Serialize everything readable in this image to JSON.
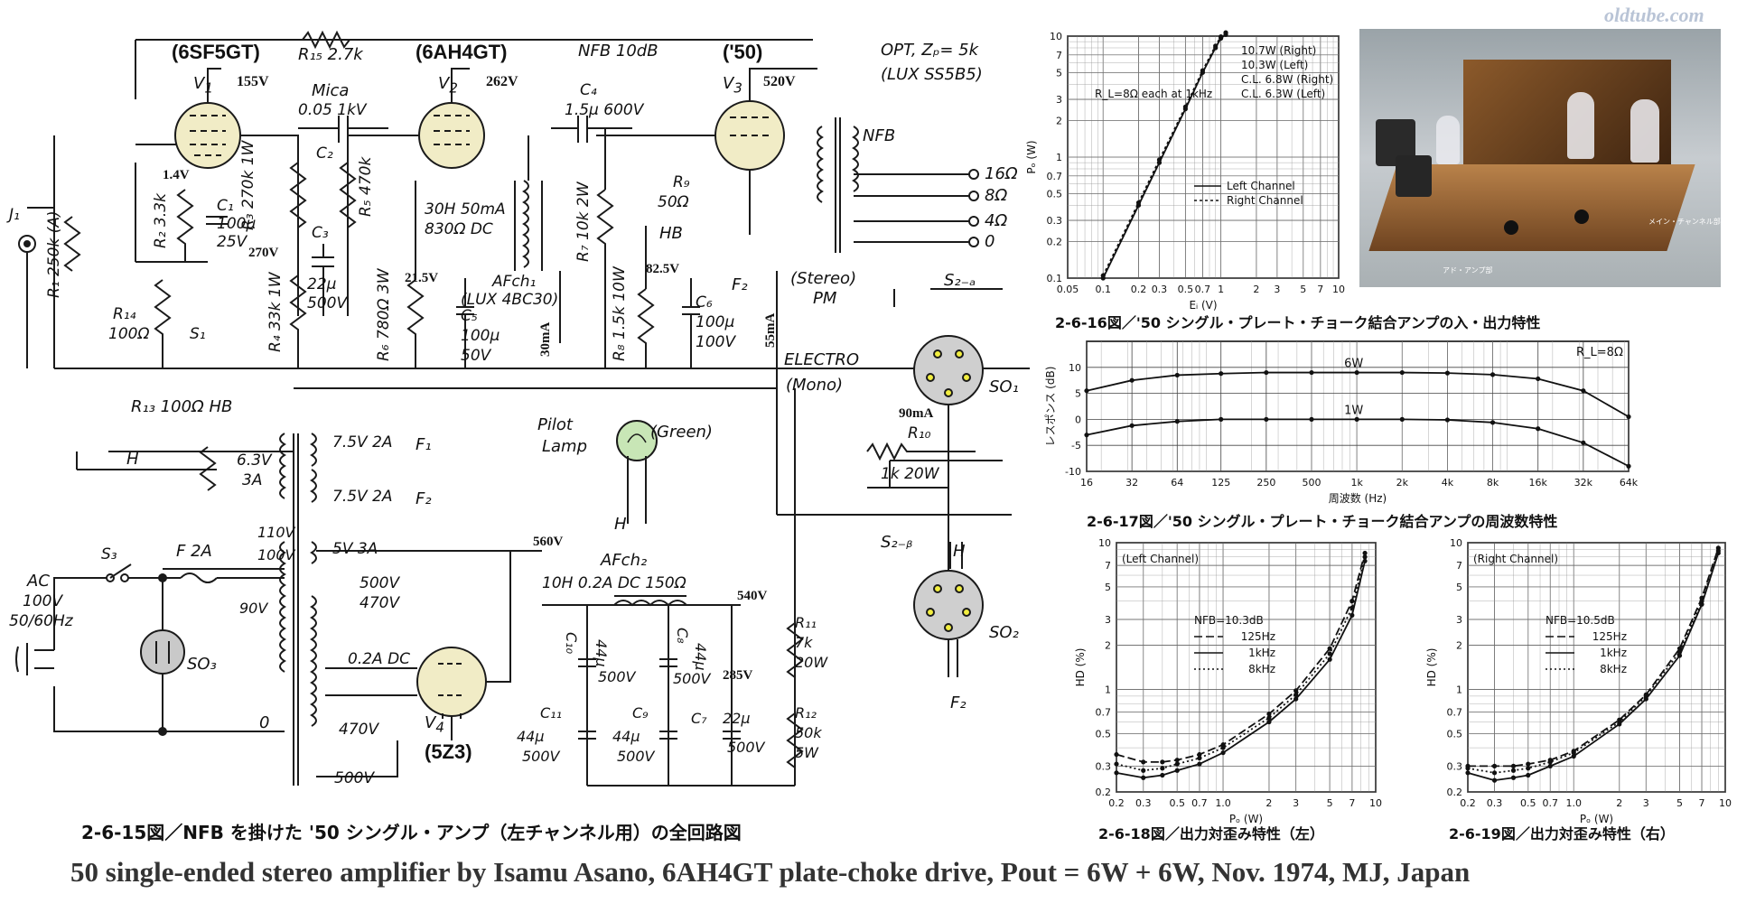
{
  "watermark": "oldtube.com",
  "footer_caption": "50 single-ended stereo amplifier by Isamu Asano, 6AH4GT plate-choke drive, Pout = 6W + 6W, Nov. 1974, MJ, Japan",
  "schematic": {
    "caption": "2-6-15図／NFB を掛けた '50 シングル・アンプ（左チャンネル用）の全回路図",
    "tubes": {
      "v1": {
        "type": "(6SF5GT)",
        "ref": "V",
        "sub": "1",
        "voltage": "155V"
      },
      "v2": {
        "type": "(6AH4GT)",
        "ref": "V",
        "sub": "2",
        "voltage": "262V"
      },
      "v3": {
        "type": "('50)",
        "ref": "V",
        "sub": "3",
        "voltage": "520V"
      },
      "v4": {
        "type": "(5Z3)",
        "ref": "V",
        "sub": "4"
      }
    },
    "labels": {
      "r15": "R₁₅ 2.7k",
      "nfb": "NFB 10dB",
      "opt": "OPT, Zₚ= 5k",
      "opt_model": "(LUX SS5B5)",
      "nfb_tap": "NFB",
      "mica": "Mica",
      "c2_value": "0.05 1kV",
      "c2": "C₂",
      "c3": "C₃",
      "c3_value": "22μ",
      "c3_v": "500V",
      "c4": "C₄",
      "c4_value": "1.5μ 600V",
      "r3": "R₃ 270k 1W",
      "r5": "R₅ 470k",
      "r4": "R₄ 33k 1W",
      "r6": "R₆ 780Ω 3W",
      "r7": "R₇ 10k 2W",
      "r8": "R₈ 1.5k 10W",
      "r9": "R₉",
      "r9_value": "50Ω",
      "hb": "HB",
      "f2_a": "F₂",
      "r2": "R₂ 3.3k",
      "c1": "C₁",
      "c1_value": "100μ",
      "c1_v": "25V",
      "v_14": "1.4V",
      "v_270": "270V",
      "v_215": "21.5V",
      "v_825": "82.5V",
      "c5": "C₅",
      "c5_value": "100μ",
      "c5_v": "50V",
      "c6": "C₆",
      "c6_value": "100μ",
      "c6_v": "100V",
      "choke1": "30H 50mA",
      "choke1_dc": "830Ω DC",
      "afch1": "AFch₁",
      "afch1_model": "(LUX 4BC30)",
      "ma30": "30mA",
      "ma55": "55mA",
      "j1": "J₁",
      "r1": "R₁ 250k (A)",
      "r14": "R₁₄",
      "r14_value": "100Ω",
      "s1": "S₁",
      "out16": "16Ω",
      "out8": "8Ω",
      "out4": "4Ω",
      "out0": "0",
      "stereo": "(Stereo)",
      "pm": "PM",
      "electro": "ELECTRO",
      "mono": "(Mono)",
      "s2a": "S₂₋ₐ",
      "so1": "SO₁",
      "ma90": "90mA",
      "r10": "R₁₀",
      "r10_value": "1k 20W",
      "s2b": "S₂₋ᵦ",
      "h_right": "H",
      "so2": "SO₂",
      "f2_b": "F₂",
      "r13": "R₁₃ 100Ω HB",
      "h_left": "H",
      "w63": "6.3V",
      "w63a": "3A",
      "w75a": "7.5V 2A",
      "f1": "F₁",
      "w75b": "7.5V 2A",
      "f2_c": "F₂",
      "pilot": "Pilot",
      "lamp": "Lamp",
      "green": "(Green)",
      "h_mid": "H",
      "s3": "S₃",
      "fuse": "F 2A",
      "ac": "AC",
      "ac_v": "100V",
      "ac_hz": "50/60Hz",
      "so3": "SO₃",
      "t110": "110V",
      "t100": "100V",
      "t90": "90V",
      "t5v": "5V 3A",
      "t500a": "500V",
      "t470a": "470V",
      "t02": "0.2A DC",
      "t0": "0",
      "t470b": "470V",
      "t500b": "500V",
      "v560": "560V",
      "afch2": "AFch₂",
      "ch2_spec": "10H 0.2A DC 150Ω",
      "v540": "540V",
      "c10": "C₁₀",
      "c10_value": "44μ",
      "c10_v": "500V",
      "c8": "C₈",
      "c8_value": "44μ",
      "c8_v": "500V",
      "c11": "C₁₁",
      "c11_value": "44μ",
      "c11_v": "500V",
      "c9": "C₉",
      "c9_value": "44μ",
      "c9_v": "500V",
      "c7": "C₇",
      "c7_value": "22μ",
      "c7_v": "500V",
      "v285": "285V",
      "r11": "R₁₁",
      "r11_value": "7k",
      "r11_w": "20W",
      "r12": "R₁₂",
      "r12_value": "50k",
      "r12_w": "5W"
    }
  },
  "photo_caption": "メイン・チャンネル部",
  "photo_caption2": "アド・アンプ部",
  "chart_data": [
    {
      "type": "line",
      "caption": "2-6-16図／'50 シングル・プレート・チョーク結合アンプの入・出力特性",
      "xlabel": "Eᵢ (V)",
      "ylabel": "Pₒ (W)",
      "x_scale": "log",
      "y_scale": "log",
      "xlim": [
        0.05,
        10
      ],
      "ylim": [
        0.1,
        10
      ],
      "x_ticks": [
        "0.05",
        "0.1",
        "0.2",
        "0.3",
        "0.5",
        "0.7",
        "1",
        "2",
        "3",
        "5",
        "7",
        "10"
      ],
      "y_ticks": [
        "0.1",
        "0.2",
        "0.3",
        "0.5",
        "0.7",
        "1",
        "2",
        "3",
        "5",
        "7",
        "10"
      ],
      "note": "R_L=8Ω each at 1kHz",
      "annotations": [
        "10.7W (Right)",
        "10.3W (Left)",
        "C.L. 6.8W (Right)",
        "C.L. 6.3W (Left)"
      ],
      "legend": [
        "Left Channel",
        "Right Channel"
      ],
      "series": [
        {
          "name": "Left Channel",
          "x": [
            0.1,
            0.2,
            0.3,
            0.5,
            0.7,
            0.9,
            1.0,
            1.1
          ],
          "y": [
            0.1,
            0.4,
            0.9,
            2.5,
            5.0,
            8.0,
            9.6,
            10.3
          ]
        },
        {
          "name": "Right Channel",
          "x": [
            0.1,
            0.2,
            0.3,
            0.5,
            0.7,
            0.9,
            1.0,
            1.1
          ],
          "y": [
            0.105,
            0.42,
            0.95,
            2.6,
            5.2,
            8.3,
            9.9,
            10.7
          ]
        }
      ]
    },
    {
      "type": "line",
      "caption": "2-6-17図／'50 シングル・プレート・チョーク結合アンプの周波数特性",
      "xlabel": "周波数 (Hz)",
      "ylabel": "レスポンス (dB)",
      "x_scale": "log",
      "xlim": [
        16,
        64000
      ],
      "ylim": [
        -10,
        15
      ],
      "x_ticks": [
        "16",
        "32",
        "64",
        "125",
        "250",
        "500",
        "1k",
        "2k",
        "4k",
        "8k",
        "16k",
        "32k",
        "64k"
      ],
      "y_ticks": [
        "10",
        "5",
        "0",
        "-5",
        "-10"
      ],
      "note": "R_L=8Ω",
      "series": [
        {
          "name": "6W",
          "x": [
            16,
            32,
            64,
            125,
            250,
            500,
            1000,
            2000,
            4000,
            8000,
            16000,
            32000,
            64000
          ],
          "y": [
            5.5,
            7.5,
            8.5,
            8.8,
            9.0,
            9.0,
            9.0,
            9.0,
            8.9,
            8.6,
            7.8,
            5.5,
            0.5
          ]
        },
        {
          "name": "1W",
          "x": [
            16,
            32,
            64,
            125,
            250,
            500,
            1000,
            2000,
            4000,
            8000,
            16000,
            32000,
            64000
          ],
          "y": [
            -3.0,
            -1.2,
            -0.4,
            0,
            0,
            0,
            0,
            0,
            -0.1,
            -0.6,
            -1.8,
            -4.5,
            -9.0
          ]
        }
      ]
    },
    {
      "type": "line",
      "caption": "2-6-18図／出力対歪み特性（左）",
      "title": "(Left Channel)",
      "xlabel": "Pₒ (W)",
      "ylabel": "HD (%)",
      "x_scale": "log",
      "y_scale": "log",
      "xlim": [
        0.2,
        10
      ],
      "ylim": [
        0.2,
        10
      ],
      "x_ticks": [
        "0.2",
        "0.3",
        "0.5",
        "0.7",
        "1.0",
        "2",
        "3",
        "5",
        "7",
        "10"
      ],
      "y_ticks": [
        "0.2",
        "0.3",
        "0.5",
        "0.7",
        "1",
        "2",
        "3",
        "5",
        "7",
        "10"
      ],
      "legend_title": "NFB=10.3dB",
      "series": [
        {
          "name": "125Hz",
          "x": [
            0.2,
            0.3,
            0.4,
            0.5,
            0.7,
            1.0,
            2,
            3,
            5,
            7,
            8.5
          ],
          "y": [
            0.36,
            0.32,
            0.32,
            0.33,
            0.36,
            0.42,
            0.68,
            0.98,
            1.9,
            4.0,
            8.5
          ]
        },
        {
          "name": "1kHz",
          "x": [
            0.2,
            0.3,
            0.4,
            0.5,
            0.7,
            1.0,
            2,
            3,
            5,
            7,
            8.5
          ],
          "y": [
            0.27,
            0.25,
            0.26,
            0.28,
            0.31,
            0.37,
            0.6,
            0.86,
            1.6,
            3.2,
            7.5
          ]
        },
        {
          "name": "8kHz",
          "x": [
            0.2,
            0.3,
            0.4,
            0.5,
            0.7,
            1.0,
            2,
            3,
            5,
            7,
            8.5
          ],
          "y": [
            0.31,
            0.28,
            0.29,
            0.31,
            0.34,
            0.4,
            0.64,
            0.92,
            1.75,
            3.6,
            8.0
          ]
        }
      ]
    },
    {
      "type": "line",
      "caption": "2-6-19図／出力対歪み特性（右）",
      "title": "(Right Channel)",
      "xlabel": "Pₒ (W)",
      "ylabel": "HD (%)",
      "x_scale": "log",
      "y_scale": "log",
      "xlim": [
        0.2,
        10
      ],
      "ylim": [
        0.2,
        10
      ],
      "x_ticks": [
        "0.2",
        "0.3",
        "0.5",
        "0.7",
        "1.0",
        "2",
        "3",
        "5",
        "7",
        "10"
      ],
      "y_ticks": [
        "0.2",
        "0.3",
        "0.5",
        "0.7",
        "1",
        "2",
        "3",
        "5",
        "7",
        "10"
      ],
      "legend_title": "NFB=10.5dB",
      "series": [
        {
          "name": "125Hz",
          "x": [
            0.2,
            0.3,
            0.4,
            0.5,
            0.7,
            1.0,
            2,
            3,
            5,
            7,
            9
          ],
          "y": [
            0.3,
            0.3,
            0.3,
            0.31,
            0.33,
            0.38,
            0.62,
            0.92,
            1.9,
            4.2,
            9.2
          ]
        },
        {
          "name": "1kHz",
          "x": [
            0.2,
            0.3,
            0.4,
            0.5,
            0.7,
            1.0,
            2,
            3,
            5,
            7,
            9
          ],
          "y": [
            0.27,
            0.24,
            0.25,
            0.26,
            0.3,
            0.35,
            0.58,
            0.86,
            1.7,
            3.8,
            8.5
          ]
        },
        {
          "name": "8kHz",
          "x": [
            0.2,
            0.3,
            0.4,
            0.5,
            0.7,
            1.0,
            2,
            3,
            5,
            7,
            9
          ],
          "y": [
            0.29,
            0.27,
            0.28,
            0.29,
            0.32,
            0.37,
            0.6,
            0.9,
            1.8,
            4.0,
            8.8
          ]
        }
      ]
    }
  ]
}
